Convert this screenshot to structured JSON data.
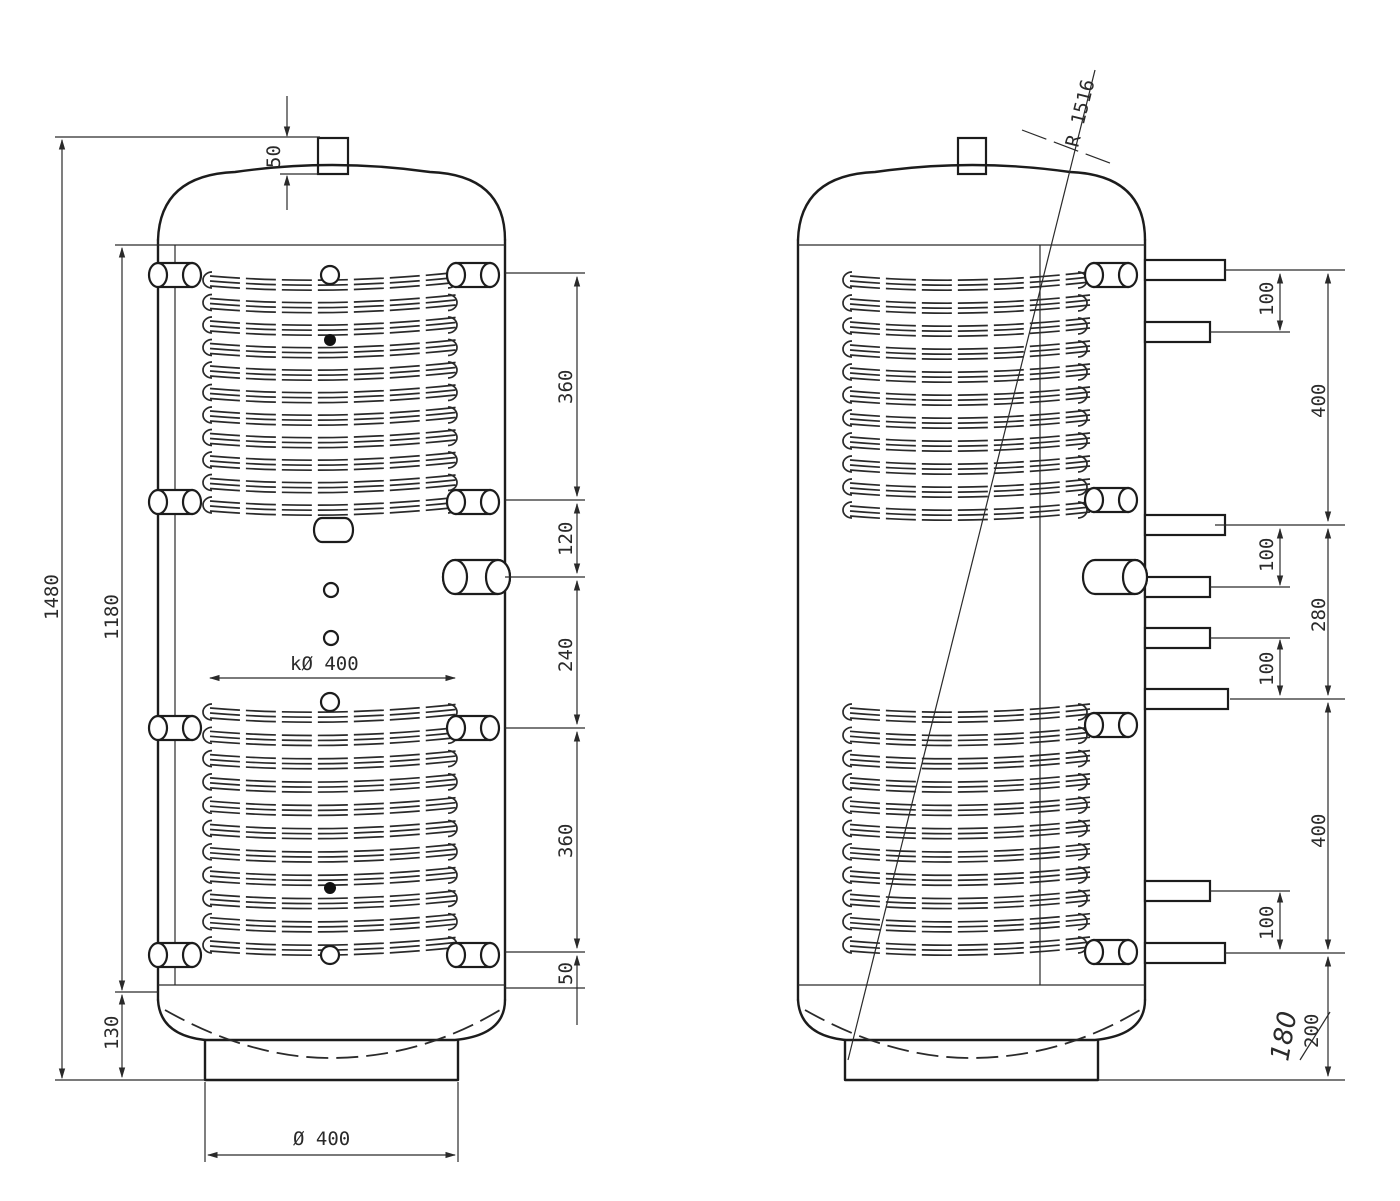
{
  "left_view": {
    "dims": {
      "overall": "1480",
      "inner": "1180",
      "bottom": "130",
      "top_pipe": "50",
      "coil_top_span": "360",
      "gap1": "120",
      "gap2": "240",
      "coil_bottom_span": "360",
      "bottom_gap": "50",
      "coil_diameter": "kØ 400",
      "base_diameter": "Ø 400"
    }
  },
  "right_view": {
    "dims": {
      "radius": "R 1516",
      "top_pitch": "100",
      "top_span": "400",
      "mid_pitch_1": "100",
      "mid_span": "280",
      "mid_pitch_2": "100",
      "bottom_span": "400",
      "bottom_pitch": "100",
      "base_handwritten": "180",
      "base_struck": "200"
    }
  },
  "colors": {
    "ink": "#1c1c1c",
    "paper": "#ffffff"
  }
}
